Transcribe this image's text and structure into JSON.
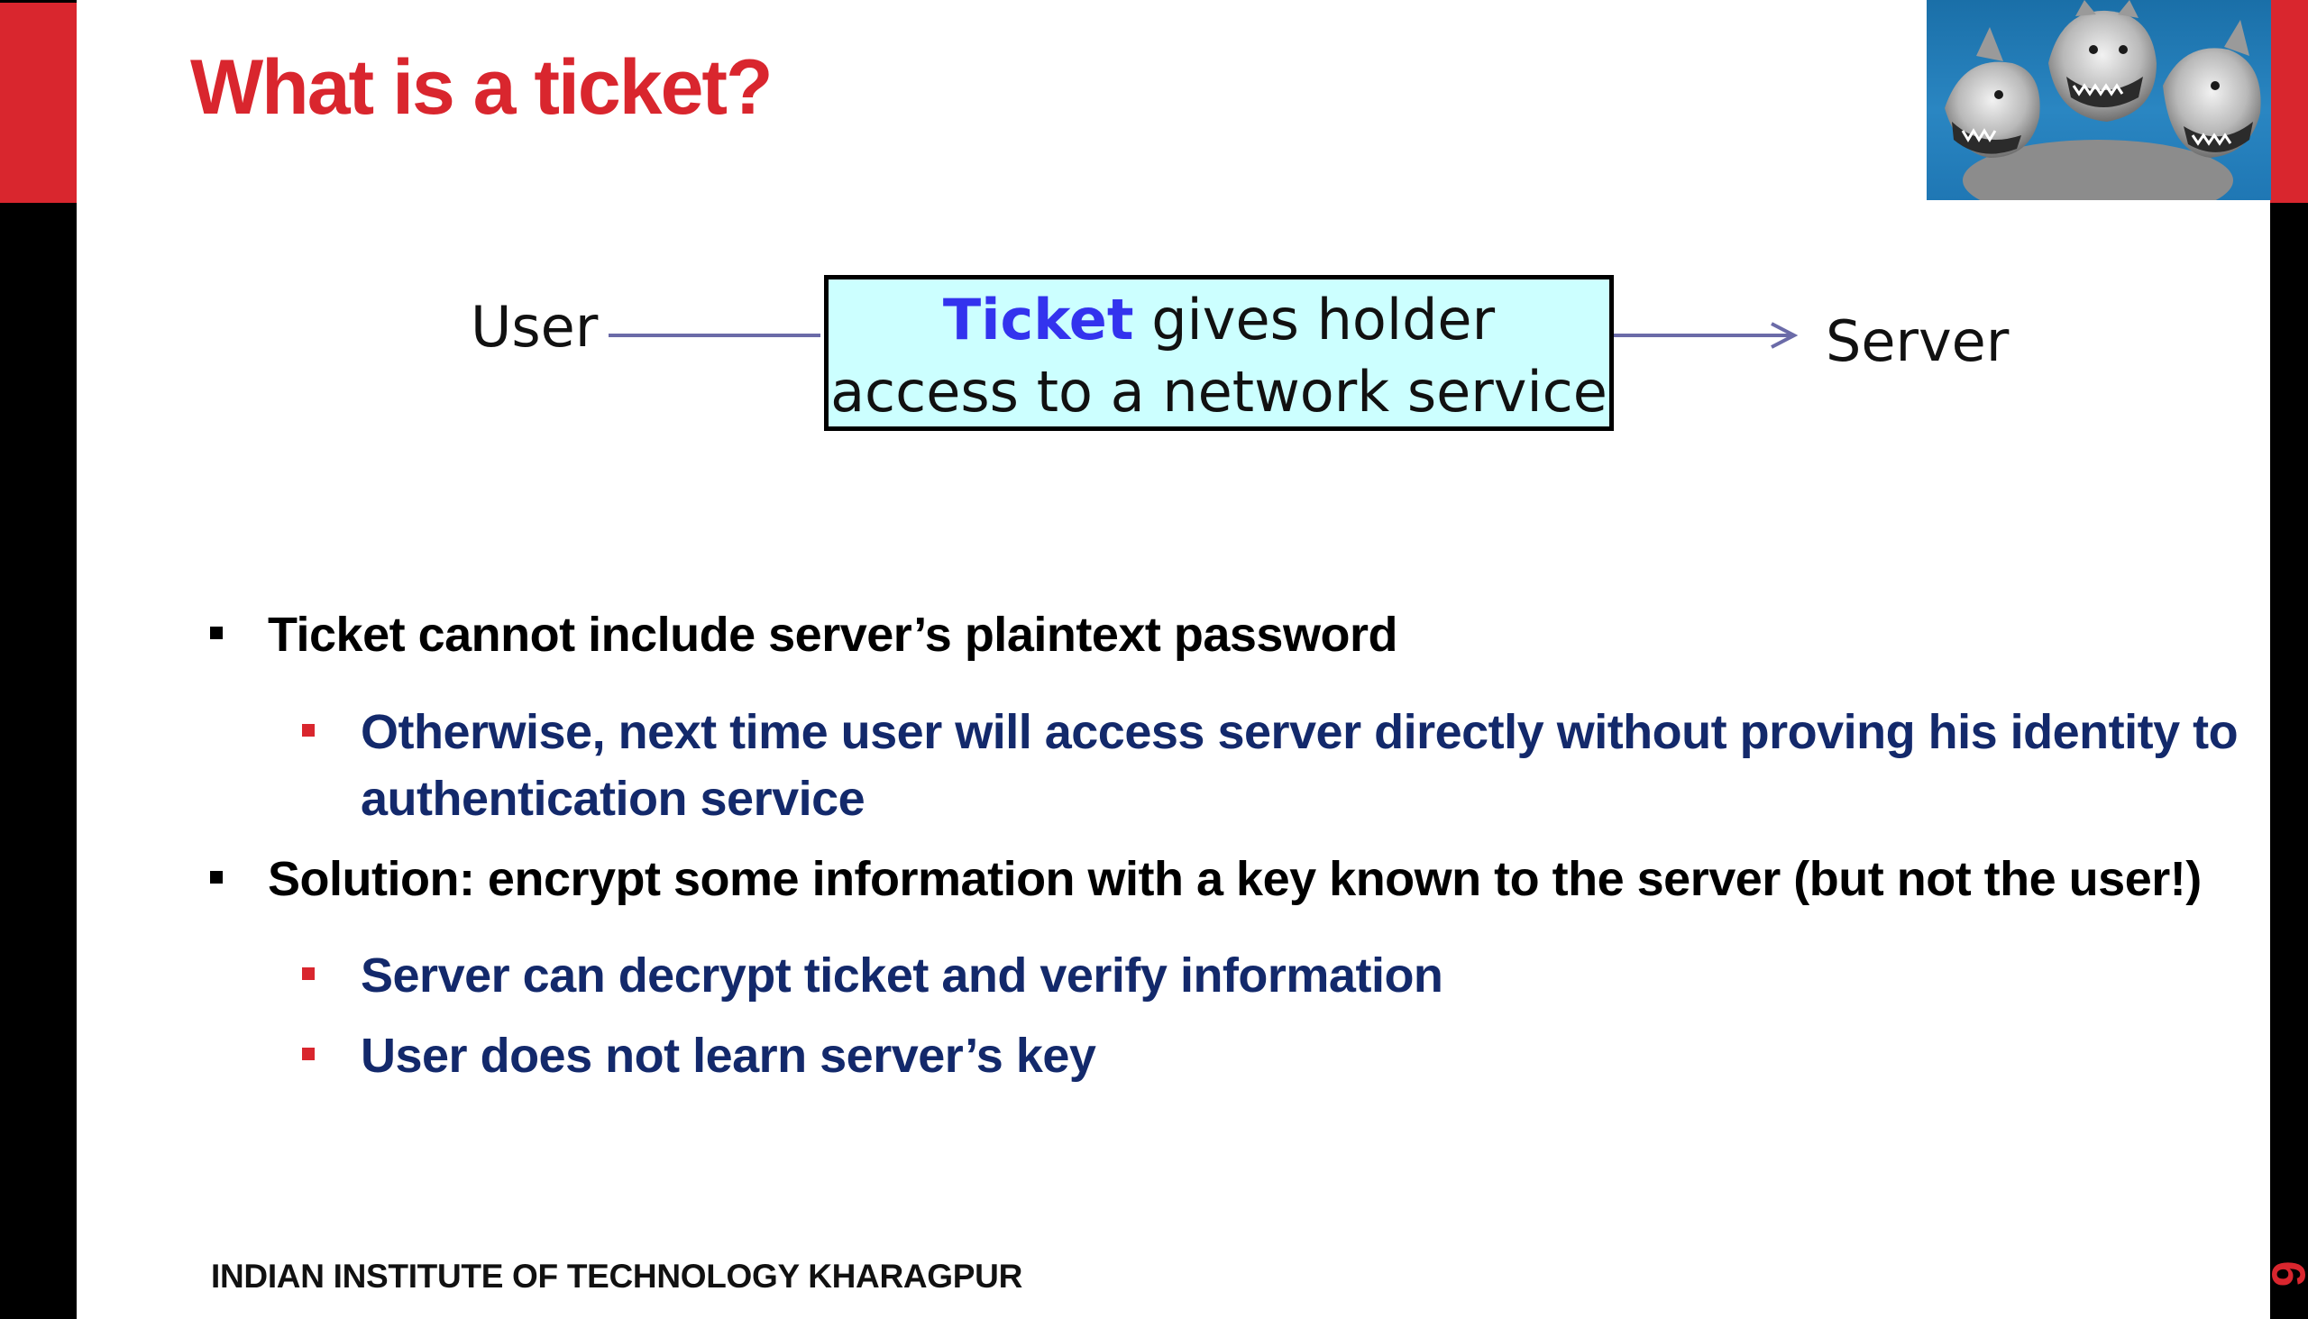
{
  "slide": {
    "title": "What is a ticket?",
    "diagram": {
      "user_label": "User",
      "server_label": "Server",
      "ticket_word": "Ticket",
      "ticket_line1_rest": " gives holder",
      "ticket_line2": "access to a network service"
    },
    "bullets": [
      {
        "text": "Ticket cannot include server’s plaintext password",
        "sub": [
          {
            "line1": "Otherwise, next time user will access server directly without proving his identity to",
            "line2": "authentication service"
          }
        ]
      },
      {
        "text": "Solution: encrypt some information with a key known to the server (but not the user!)",
        "sub": [
          {
            "line1": "Server can decrypt ticket and verify information"
          },
          {
            "line1": "User does not learn server’s key"
          }
        ]
      }
    ],
    "footer": "INDIAN INSTITUTE OF TECHNOLOGY KHARAGPUR",
    "page_number": "6"
  },
  "colors": {
    "accent_red": "#d9262e",
    "subbullet_blue": "#13296b",
    "ticket_box_fill": "#ccffff",
    "ticket_word_blue": "#3333ee",
    "arrow_line": "#6b6ba8"
  },
  "icons": {
    "logo": "cerberus-three-headed-dog-logo",
    "bullet_l1": "square-bullet-black",
    "bullet_l2": "square-bullet-red"
  }
}
